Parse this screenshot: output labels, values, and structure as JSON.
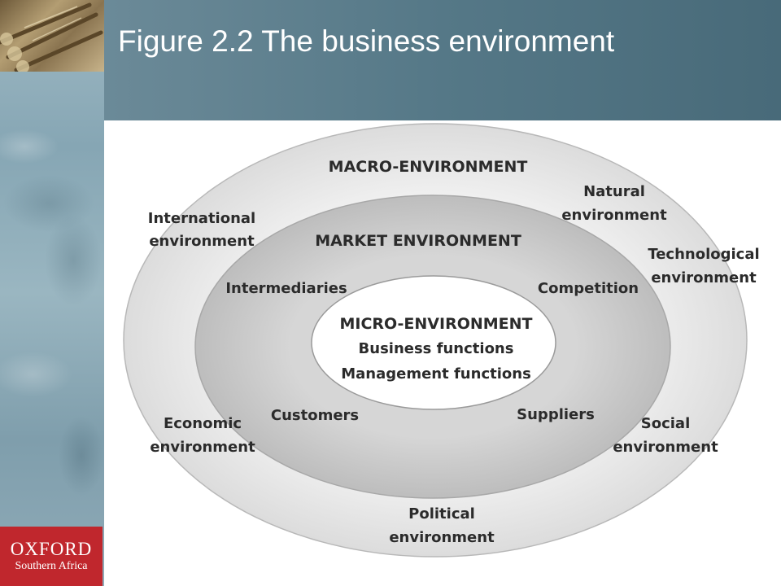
{
  "title": "Figure 2.2 The business environment",
  "logo": {
    "brand": "OXFORD",
    "region": "Southern Africa"
  },
  "diagram": {
    "macro": {
      "label": "MACRO-ENVIRONMENT",
      "items": {
        "international": [
          "International",
          "environment"
        ],
        "natural": [
          "Natural",
          "environment"
        ],
        "technological": [
          "Technological",
          "environment"
        ],
        "economic": [
          "Economic",
          "environment"
        ],
        "social": [
          "Social",
          "environment"
        ],
        "political": [
          "Political",
          "environment"
        ]
      }
    },
    "market": {
      "label": "MARKET ENVIRONMENT",
      "items": {
        "intermediaries": "Intermediaries",
        "competition": "Competition",
        "customers": "Customers",
        "suppliers": "Suppliers"
      }
    },
    "micro": {
      "label": "MICRO-ENVIRONMENT",
      "items": [
        "Business functions",
        "Management functions"
      ]
    }
  },
  "colors": {
    "header": "#557887",
    "logo": "#c0272d",
    "outer_ring": "#ededed",
    "middle_ring": "#cfcfcf",
    "core": "#ffffff"
  }
}
